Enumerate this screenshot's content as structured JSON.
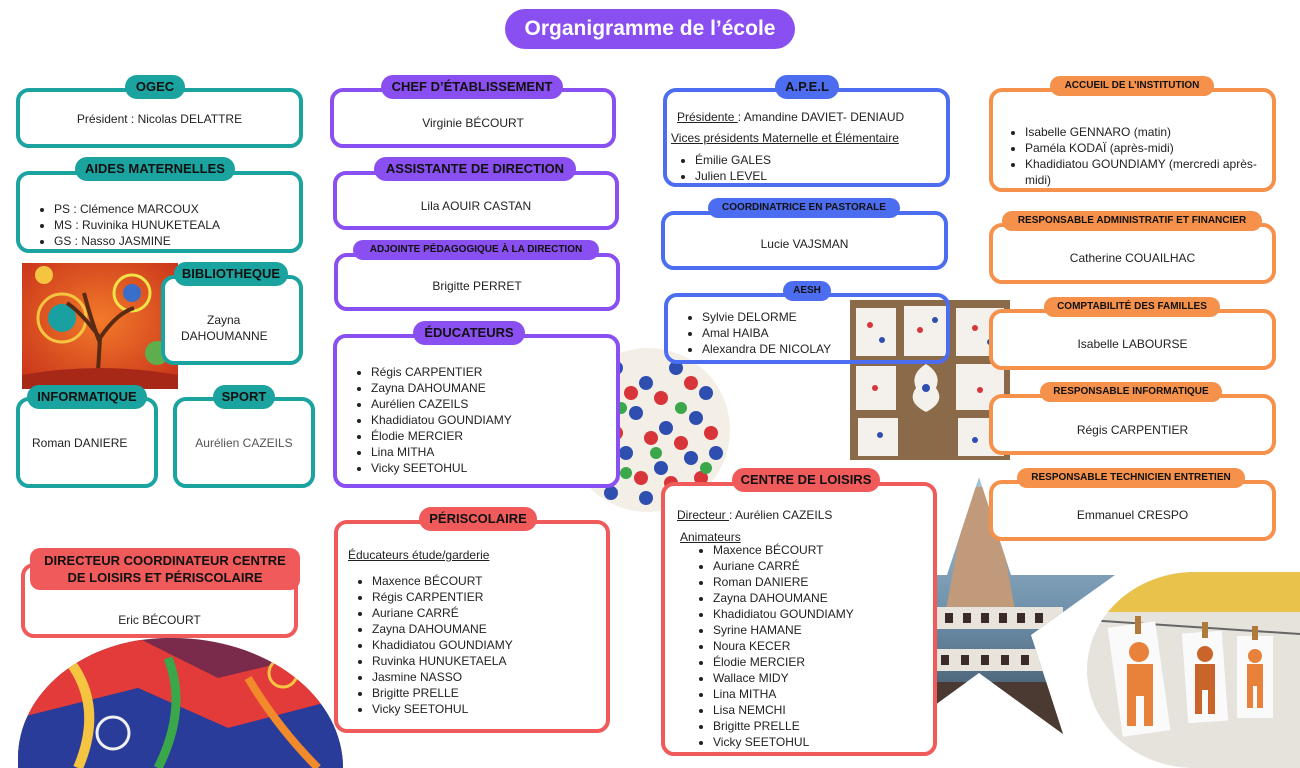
{
  "title": "Organigramme de l’école",
  "ogec": {
    "header": "OGEC",
    "text": "Président : Nicolas DELATTRE"
  },
  "aides": {
    "header": "AIDES MATERNELLES",
    "items": [
      "PS : Clémence MARCOUX",
      "MS : Ruvinika HUNUKETEALA",
      "GS : Nasso JASMINE"
    ]
  },
  "bibliotheque": {
    "header": "BIBLIOTHEQUE",
    "line1": "Zayna",
    "line2": "DAHOUMANNE"
  },
  "informatique": {
    "header": "INFORMATIQUE",
    "text": "Roman DANIERE"
  },
  "sport": {
    "header": "SPORT",
    "text": "Aurélien CAZEILS"
  },
  "directeur_cl": {
    "header_line1": "DIRECTEUR COORDINATEUR CENTRE",
    "header_line2": "DE LOISIRS ET PÉRISCOLAIRE",
    "text": "Eric BÉCOURT"
  },
  "chef": {
    "header": "CHEF D’ÉTABLISSEMENT",
    "text": "Virginie BÉCOURT"
  },
  "assistante": {
    "header": "ASSISTANTE DE DIRECTION",
    "text": "Lila AOUIR CASTAN"
  },
  "adjointe": {
    "header": "ADJOINTE PÉDAGOGIQUE À LA  DIRECTION",
    "text": "Brigitte PERRET"
  },
  "educateurs": {
    "header": "ÉDUCATEURS",
    "items": [
      "Régis CARPENTIER",
      "Zayna DAHOUMANE",
      "Aurélien CAZEILS",
      "Khadidiatou GOUNDIAMY",
      "Élodie MERCIER",
      "Lina MITHA",
      "Vicky SEETOHUL"
    ]
  },
  "periscolaire": {
    "header": "PÉRISCOLAIRE",
    "subtitle": "Éducateurs étude/garderie",
    "items": [
      "Maxence BÉCOURT",
      "Régis CARPENTIER",
      "Auriane CARRÉ",
      "Zayna DAHOUMANE",
      "Khadidiatou GOUNDIAMY",
      "Ruvinka HUNUKETAELA",
      "Jasmine NASSO",
      "Brigitte PRELLE",
      "Vicky SEETOHUL"
    ]
  },
  "apel": {
    "header": "A.P.E.L",
    "presidente_label": "Présidente ",
    "presidente_value": ": Amandine DAVIET- DENIAUD",
    "vices_label": "Vices présidents Maternelle et Élémentaire",
    "items": [
      "Émilie GALES",
      "Julien LEVEL"
    ]
  },
  "coordinatrice": {
    "header": "COORDINATRICE EN PASTORALE",
    "text": "Lucie VAJSMAN"
  },
  "aesh": {
    "header": "AESH",
    "items": [
      "Sylvie DELORME",
      "Amal HAIBA",
      "Alexandra DE NICOLAY"
    ]
  },
  "centre": {
    "header": "CENTRE DE LOISIRS",
    "directeur_label": "Directeur ",
    "directeur_value": ": Aurélien CAZEILS",
    "animateurs_label": "Animateurs",
    "items": [
      "Maxence BÉCOURT",
      "Auriane CARRÉ",
      "Roman DANIERE",
      "Zayna DAHOUMANE",
      "Khadidiatou GOUNDIAMY",
      "Syrine HAMANE",
      "Noura KECER",
      "Élodie MERCIER",
      "Wallace  MIDY",
      "Lina  MITHA",
      "Lisa NEMCHI",
      "Brigitte PRELLE",
      "Vicky SEETOHUL"
    ]
  },
  "accueil": {
    "header": "ACCUEIL DE L’INSTITUTION",
    "items": [
      "Isabelle  GENNARO (matin)",
      "Paméla  KODAÏ (après-midi)",
      "Khadidiatou GOUNDIAMY  (mercredi après-midi)"
    ]
  },
  "resp_admin": {
    "header": "RESPONSABLE ADMINISTRATIF ET FINANCIER",
    "text": "Catherine COUAILHAC"
  },
  "compta": {
    "header": "COMPTABILITÉ DES FAMILLES",
    "text": "Isabelle  LABOURSE"
  },
  "resp_info": {
    "header": "RESPONSABLE INFORMATIQUE",
    "text": "Régis CARPENTIER"
  },
  "resp_tech": {
    "header": "RESPONSABLE TECHNICIEN ENTRETIEN",
    "text": "Emmanuel CRESPO"
  }
}
